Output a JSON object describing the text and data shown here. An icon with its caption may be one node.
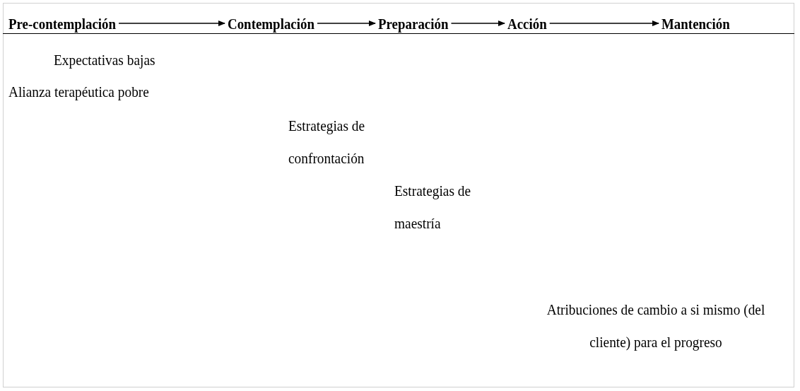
{
  "diagram": {
    "nodes": [
      {
        "text": [
          "Pre-contemplación"
        ]
      },
      {
        "text": [
          "Contemplación"
        ]
      },
      {
        "text": [
          "Preparación"
        ]
      },
      {
        "text": [
          "Acción"
        ]
      },
      {
        "text": [
          "Mantención"
        ]
      }
    ],
    "edges": [
      {
        "from": 0,
        "to": 1,
        "arrow": "to"
      },
      {
        "from": 1,
        "to": 2,
        "arrow": "to"
      },
      {
        "from": 2,
        "to": 3,
        "arrow": "to"
      },
      {
        "from": 3,
        "to": 4,
        "arrow": "to"
      }
    ],
    "labels": [
      "Expectativas bajas",
      "Alianza terapéutica pobre",
      "Estrategias de confrontación",
      "Estrategias de maestría",
      "Atribuciones de cambio a si mismo (del cliente) para el progreso"
    ]
  }
}
